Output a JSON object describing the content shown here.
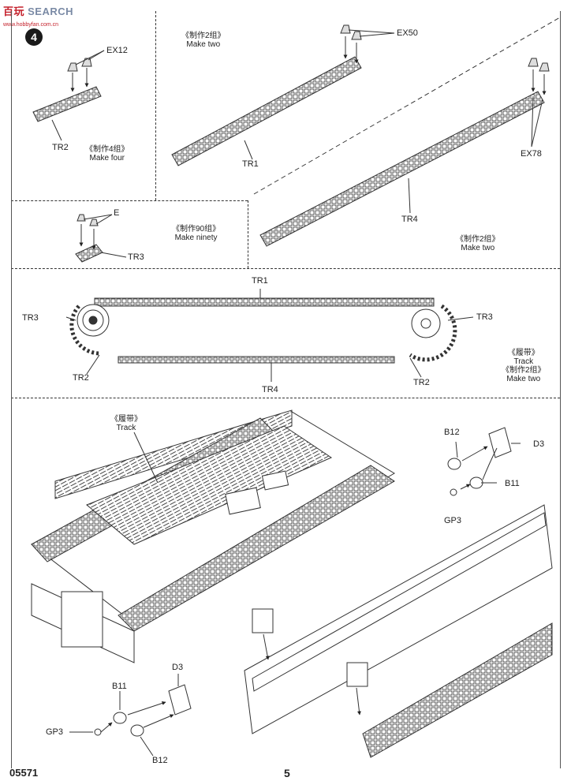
{
  "watermark": {
    "logo": "百玩",
    "brand": "SEARCH",
    "url": "www.hobbyfan.com.cn"
  },
  "step": {
    "number": "4"
  },
  "footer": {
    "code": "05571",
    "page": "5"
  },
  "panels": {
    "ex12_group": {
      "part": "EX12",
      "track": "TR2",
      "note_cn": "《制作4组》",
      "note_en": "Make four"
    },
    "tr1_strip": {
      "part": "EX50",
      "track": "TR1",
      "note_cn": "《制作2组》",
      "note_en": "Make two"
    },
    "tr4_strip": {
      "part": "EX78",
      "track": "TR4",
      "note_cn": "《制作2组》",
      "note_en": "Make two"
    },
    "tr3_group": {
      "part": "E",
      "track": "TR3",
      "note_cn": "《制作90组》",
      "note_en": "Make ninety"
    },
    "loop": {
      "top": "TR1",
      "bottom": "TR4",
      "left_end": "TR3",
      "right_end": "TR3",
      "left_lower": "TR2",
      "right_lower": "TR2",
      "note_cn": "《履带》",
      "note_en": "Track",
      "note2_cn": "《制作2组》",
      "note2_en": "Make two"
    },
    "assembly": {
      "track_cn": "《履带》",
      "track_en": "Track",
      "b12_top": "B12",
      "d3_top": "D3",
      "b11_top": "B11",
      "gp3_top": "GP3",
      "d3_bottom": "D3",
      "b11_bottom": "B11",
      "gp3_bottom": "GP3",
      "b12_bottom": "B12"
    }
  }
}
